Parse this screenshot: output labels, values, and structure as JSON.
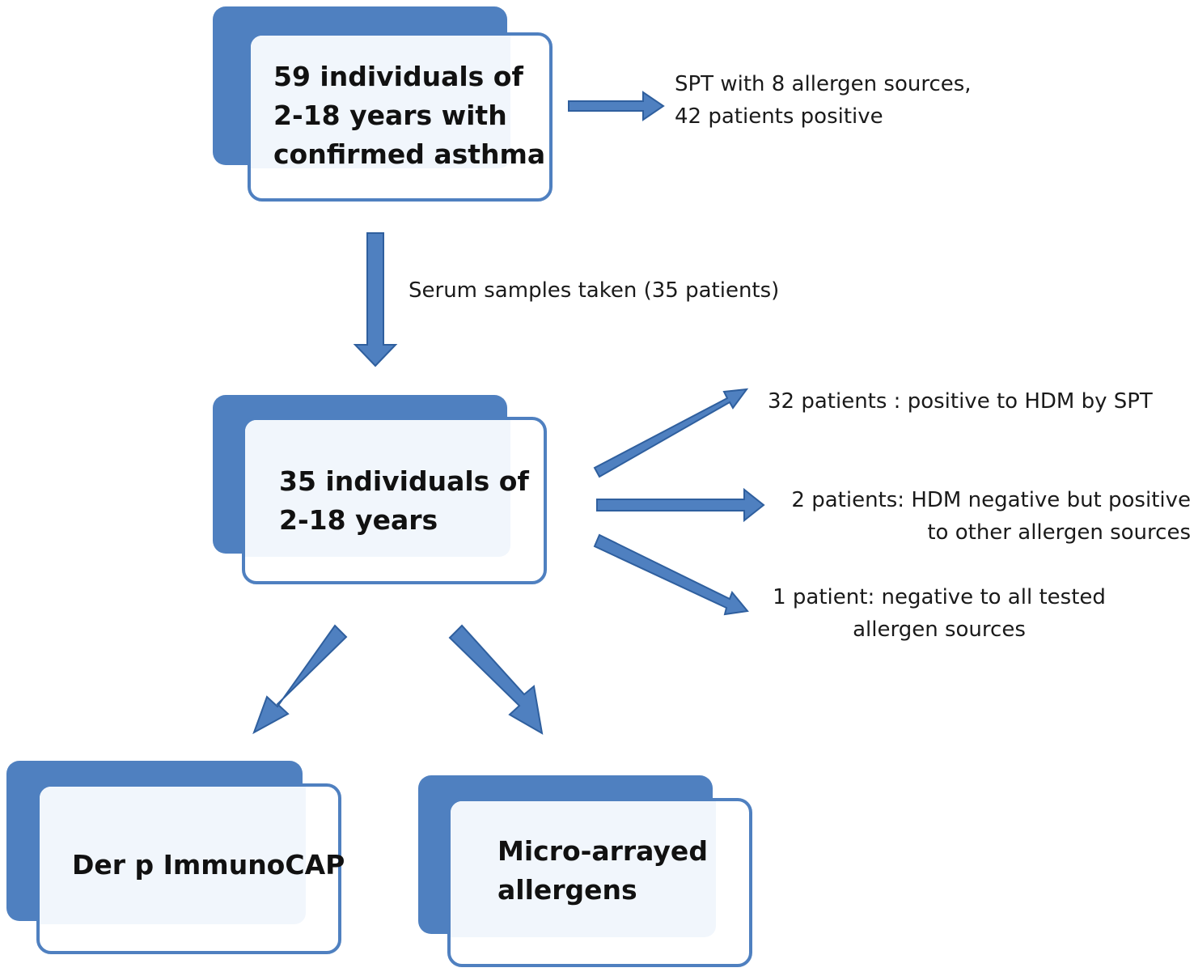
{
  "colors": {
    "accent": "#4f80c0",
    "arrow_fill": "#4f80c0",
    "arrow_stroke": "#2f5f9e",
    "box_tint": "#f1f6fc"
  },
  "boxes": {
    "top": [
      "59 individuals of",
      "2-18 years with",
      "confirmed asthma"
    ],
    "middle": [
      "35 individuals of",
      "2-18 years"
    ],
    "bottom_left": [
      "Der p ImmunoCAP"
    ],
    "bottom_right": [
      "Micro-arrayed",
      "allergens"
    ]
  },
  "annotations": {
    "spt": [
      "SPT with 8 allergen sources,",
      "42 patients  positive"
    ],
    "serum": "Serum  samples taken (35 patients)",
    "hdm_positive": "32 patients : positive to HDM by SPT",
    "hdm_negative": [
      "2 patients: HDM negative  but positive",
      "to other  allergen sources"
    ],
    "all_negative": [
      "1 patient: negative to all tested",
      "allergen sources"
    ]
  }
}
